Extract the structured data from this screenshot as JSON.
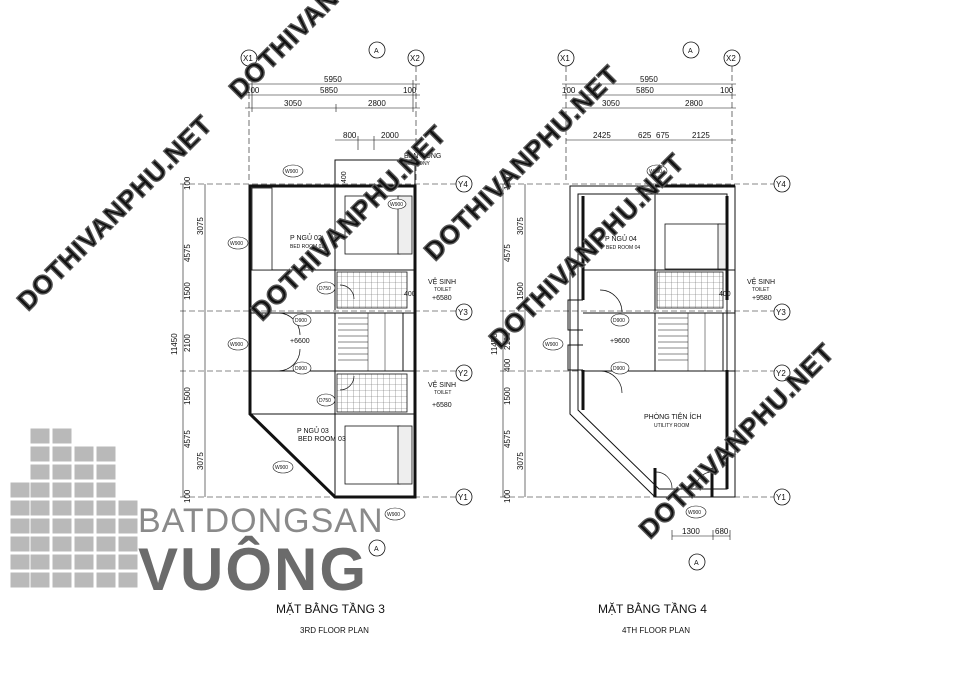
{
  "watermark": "DOTHIVANPHU.NET",
  "brand": {
    "line1": "BATDONGSAN",
    "line2": "VUÔNG"
  },
  "plans": [
    {
      "title": "MẶT BẰNG TẦNG 3",
      "subtitle": "3RD  FLOOR PLAN",
      "axes": {
        "x1": "X1",
        "x2": "X2",
        "y1": "Y1",
        "y2": "Y2",
        "y3": "Y3",
        "y4": "Y4",
        "a": "A"
      },
      "dims_top": [
        "5950",
        "100",
        "5850",
        "100",
        "3050",
        "2800",
        "800",
        "2000"
      ],
      "dims_left": [
        "100",
        "3075",
        "4575",
        "1500",
        "11450",
        "2100",
        "1500",
        "4575",
        "3075",
        "100"
      ],
      "rooms": [
        {
          "vi": "P NGỦ 02",
          "en": "BED ROOM 02"
        },
        {
          "vi": "P NGỦ 03",
          "en": "BED ROOM 03"
        },
        {
          "vi": "VỆ SINH",
          "en": "TOILET"
        },
        {
          "vi": "VỆ SINH",
          "en": "TOILET"
        },
        {
          "vi": "BAN CÔNG",
          "en": "BALCONY"
        }
      ],
      "levels": [
        "+6580",
        "+6600",
        "+6580"
      ],
      "doors": [
        "W900",
        "W900",
        "W900",
        "D750",
        "D900",
        "D900",
        "D750",
        "W900",
        "W900",
        "W900"
      ],
      "marks": [
        "400",
        "400"
      ]
    },
    {
      "title": "MẶT BẰNG TẦNG 4",
      "subtitle": "4TH  FLOOR PLAN",
      "axes": {
        "x1": "X1",
        "x2": "X2",
        "y1": "Y1",
        "y2": "Y2",
        "y3": "Y3",
        "y4": "Y4",
        "a": "A"
      },
      "dims_top": [
        "5950",
        "100",
        "5850",
        "100",
        "3050",
        "2800",
        "2425",
        "625",
        "675",
        "2125"
      ],
      "dims_left": [
        "100",
        "3075",
        "4575",
        "1500",
        "11450",
        "2100",
        "400",
        "1500",
        "4575",
        "3075",
        "100"
      ],
      "dims_bottom": [
        "1300",
        "680"
      ],
      "rooms": [
        {
          "vi": "P NGỦ 04",
          "en": "BED ROOM 04"
        },
        {
          "vi": "VỆ SINH",
          "en": "TOILET"
        },
        {
          "vi": "PHÒNG TIỆN ÍCH",
          "en": "UTILITY ROOM"
        }
      ],
      "levels": [
        "+9580",
        "+9600"
      ],
      "doors": [
        "W900",
        "D900",
        "D900",
        "W900",
        "W900"
      ],
      "marks": [
        "400"
      ]
    }
  ]
}
